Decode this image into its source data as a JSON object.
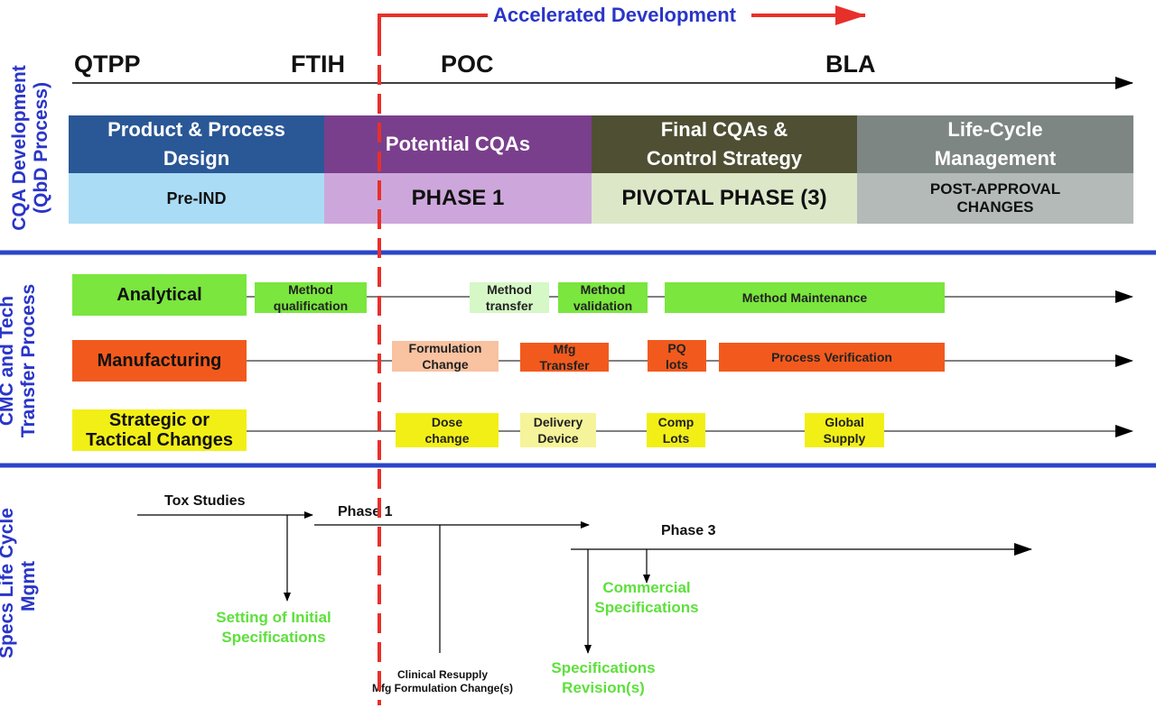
{
  "header": {
    "accelerated_label": "Accelerated Development"
  },
  "lanes": {
    "cqa": "CQA Development\n(QbD Process)",
    "cmc": "CMC and Tech\nTransfer Process",
    "specs": "Specs Life Cycle\nMgmt"
  },
  "milestones": {
    "qtpp": "QTPP",
    "ftih": "FTIH",
    "poc": "POC",
    "bla": "BLA"
  },
  "stages": {
    "design": "Product & Process\nDesign",
    "potential": "Potential CQAs",
    "final": "Final CQAs &\nControl Strategy",
    "lifecycle": "Life-Cycle\nManagement"
  },
  "phases": {
    "preind": "Pre-IND",
    "phase1": "PHASE 1",
    "pivotal": "PIVOTAL PHASE (3)",
    "post": "POST-APPROVAL\nCHANGES"
  },
  "colors": {
    "design": "#2a5796",
    "potential": "#7a3f8c",
    "final": "#4f4f33",
    "lifecycle": "#7d8683",
    "preind": "#aadcf5",
    "phase1": "#cda7db",
    "pivotal": "#dce7c8",
    "post": "#b3bab8",
    "analytical": "#7ae63e",
    "analytical_light": "#d6f7c6",
    "manufacturing": "#f25a1d",
    "manufacturing_light": "#f9c2a1",
    "strategic": "#f2ef17",
    "strategic_light": "#f6f49a",
    "lane_divider": "#2a45c8",
    "dashed": "#e8302a",
    "arrow_red": "#e8302a",
    "specs_green": "#5ee03c",
    "title_blue": "#2a35c8"
  },
  "cmc": {
    "analytical": {
      "label": "Analytical",
      "items": [
        "Method\nqualification",
        "Method\ntransfer",
        "Method\nvalidation",
        "Method Maintenance"
      ]
    },
    "manufacturing": {
      "label": "Manufacturing",
      "items": [
        "Formulation\nChange",
        "Mfg\nTransfer",
        "PQ\nlots",
        "Process Verification"
      ]
    },
    "strategic": {
      "label": "Strategic or\nTactical Changes",
      "items": [
        "Dose\nchange",
        "Delivery\nDevice",
        "Comp\nLots",
        "Global\nSupply"
      ]
    }
  },
  "specs": {
    "tox": "Tox Studies",
    "phase1": "Phase 1",
    "phase3": "Phase 3",
    "initial": "Setting of Initial\nSpecifications",
    "commercial": "Commercial\nSpecifications",
    "revision": "Specifications\nRevision(s)",
    "resupply": "Clinical Resupply\nMfg Formulation Change(s)"
  }
}
